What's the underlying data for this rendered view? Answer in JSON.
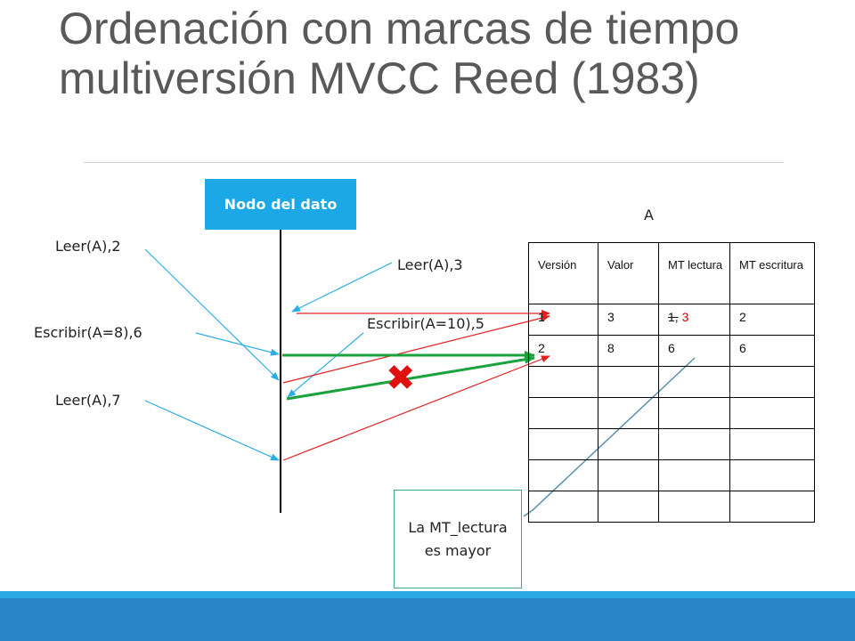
{
  "slide": {
    "title": "Ordenación con marcas de tiempo multiversión MVCC Reed (1983)",
    "node_label": "Nodo del dato",
    "variable_label": "A",
    "operations": {
      "leer_2": "Leer(A),2",
      "escribir_6": "Escribir(A=8),6",
      "leer_7": "Leer(A),7",
      "leer_3": "Leer(A),3",
      "escribir_5": "Escribir(A=10),5"
    },
    "rejected_mark": "✖",
    "note": "La MT_lectura es mayor"
  },
  "table": {
    "headers": [
      "Versión",
      "Valor",
      "MT lectura",
      "MT escritura"
    ],
    "rows": [
      {
        "version": "1",
        "valor": "3",
        "mt_lectura_old": "1,",
        "mt_lectura_new": " 3",
        "mt_escritura": "2"
      },
      {
        "version": "2",
        "valor": "8",
        "mt_lectura": "6",
        "mt_escritura": "6"
      }
    ],
    "empty_rows": 5
  },
  "colors": {
    "node_box": "#1ca7e6",
    "read_arrow": "#e02020",
    "pointer_arrow": "#2aaee6",
    "write_arrow": "#1aa33c",
    "footer": "#2a86c8"
  }
}
